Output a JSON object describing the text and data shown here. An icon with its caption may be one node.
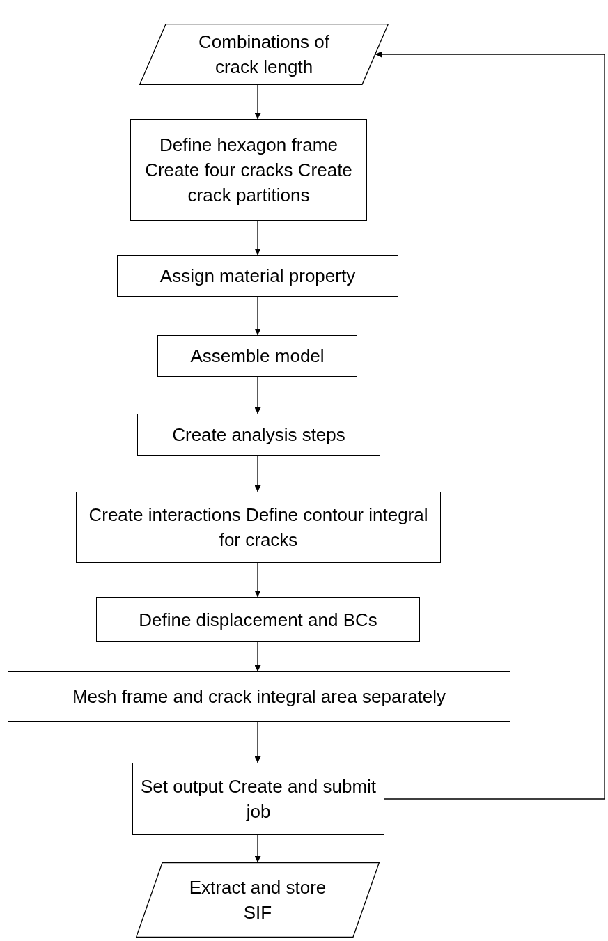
{
  "diagram": {
    "nodes": [
      {
        "text": [
          "Combinations of crack length"
        ]
      },
      {
        "text": [
          "Define hexagon frame Create four cracks Create crack partitions"
        ]
      },
      {
        "text": [
          "Assign material property"
        ]
      },
      {
        "text": [
          "Assemble model"
        ]
      },
      {
        "text": [
          "Create analysis steps"
        ]
      },
      {
        "text": [
          "Create interactions Define contour integral for cracks"
        ]
      },
      {
        "text": [
          "Define displacement and BCs"
        ]
      },
      {
        "text": [
          "Mesh frame and crack integral area separately"
        ]
      },
      {
        "text": [
          "Set output Create and submit job"
        ]
      },
      {
        "text": [
          "Extract and store SIF"
        ]
      }
    ],
    "edges": [
      {
        "from": 0,
        "to": 1,
        "arrow": "to"
      },
      {
        "from": 1,
        "to": 2,
        "arrow": "to"
      },
      {
        "from": 2,
        "to": 3,
        "arrow": "to"
      },
      {
        "from": 3,
        "to": 4,
        "arrow": "to"
      },
      {
        "from": 4,
        "to": 5,
        "arrow": "to"
      },
      {
        "from": 5,
        "to": 6,
        "arrow": "to"
      },
      {
        "from": 6,
        "to": 7,
        "arrow": "to"
      },
      {
        "from": 7,
        "to": 8,
        "arrow": "to"
      },
      {
        "from": 8,
        "to": 9,
        "arrow": "to"
      },
      {
        "from": 8,
        "to": 0,
        "arrow": "to"
      }
    ]
  }
}
